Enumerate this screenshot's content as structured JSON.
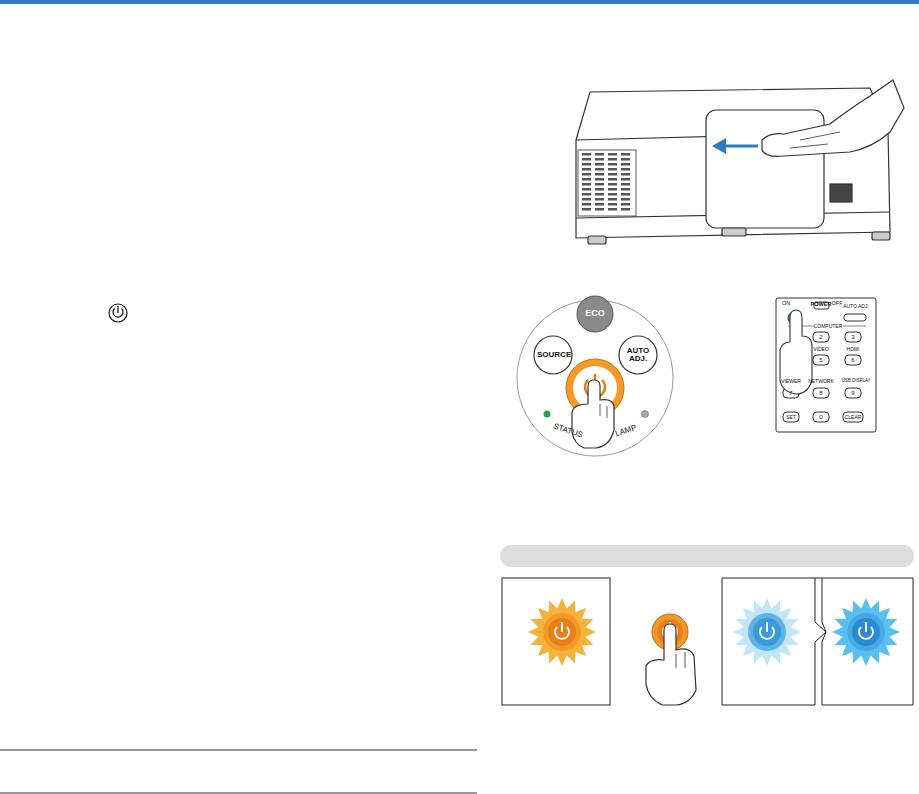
{
  "diagram": {
    "nodes": [
      {
        "text": [
          "ECO"
        ]
      },
      {
        "text": [
          "SOURCE"
        ]
      },
      {
        "text": [
          "AUTO ADJ."
        ]
      }
    ],
    "labels": [
      "STATUS",
      "LAMP",
      "ON",
      "POWER",
      "OFF",
      "AUTO ADJ.",
      "COMPUTER",
      "2",
      "3",
      "VIDEO",
      "HDMI",
      "5",
      "6",
      "VIEWER",
      "NETWORK",
      "USB DISPLAY",
      "7",
      "8",
      "9",
      "SET",
      "0",
      "CLEAR"
    ]
  }
}
